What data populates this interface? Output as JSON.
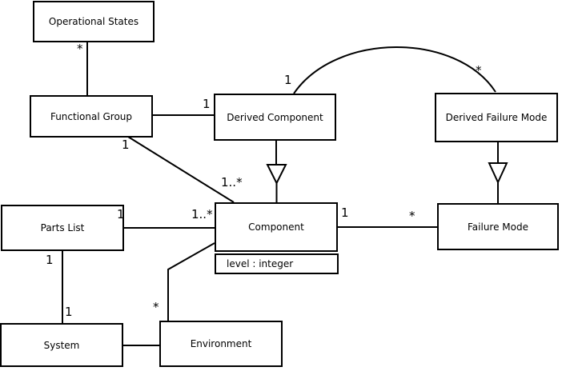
{
  "diagram": {
    "type": "uml-class-diagram",
    "background_color": "#ffffff",
    "line_color": "#000000",
    "classes": [
      {
        "label": "Operational States"
      },
      {
        "label": "Functional Group"
      },
      {
        "label": "Derived Component"
      },
      {
        "label": "Derived Failure Mode"
      },
      {
        "label": "Parts List"
      },
      {
        "label": "Component",
        "attribute": "level : integer"
      },
      {
        "label": "Failure Mode"
      },
      {
        "label": "System"
      },
      {
        "label": "Environment"
      }
    ],
    "multiplicities": [
      {
        "text": "*",
        "at": "operational-states-end-of-functional-group-link"
      },
      {
        "text": "1",
        "at": "derived-component-end-of-functional-group-link"
      },
      {
        "text": "1",
        "at": "functional-group-end-of-component-link"
      },
      {
        "text": "1..*",
        "at": "component-end-of-functional-group-link"
      },
      {
        "text": "1",
        "at": "derived-component-end-of-arc"
      },
      {
        "text": "*",
        "at": "derived-failure-mode-end-of-arc"
      },
      {
        "text": "1",
        "at": "parts-list-end-of-component-link"
      },
      {
        "text": "1..*",
        "at": "component-end-of-parts-list-link"
      },
      {
        "text": "1",
        "at": "component-end-of-failure-mode-link"
      },
      {
        "text": "*",
        "at": "failure-mode-end-of-component-link"
      },
      {
        "text": "1",
        "at": "parts-list-end-of-system-link"
      },
      {
        "text": "1",
        "at": "system-end-of-parts-list-link"
      },
      {
        "text": "*",
        "at": "environment-end-of-component-link"
      }
    ]
  }
}
